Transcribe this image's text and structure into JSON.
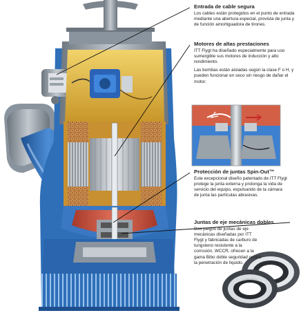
{
  "callouts": {
    "cable_entry": {
      "title": "Entrada de cable segura",
      "text": "Los cables están protegidos en el punto de entrada mediante una abertura especial, provista de junta y de función amortiguadora de tirones."
    },
    "motors": {
      "title": "Motores de altas prestaciones",
      "text1": "ITT Flygt ha diseñado especialmente para uso sumergible sus motores de inducción y alto rendimiento.",
      "text2": "Las bombas están aisladas según la clase F o H, y pueden funcionar en seco sin riesgo de dañar el motor."
    },
    "seal_protection": {
      "title": "Protección de juntas Spin-Out™",
      "text": "Este excepcional diseño patentado de ITT Flygt protege la junta externa y prolonga la vida de servicio del equipo, expulsando de la cámara de junta las partículas abrasivas."
    },
    "mechanical_seals": {
      "title": "Juntas de eje mecánicas dobles",
      "text": "Dos juegos de juntas de eje mecánicas diseñadas por ITT Flygt y fabricadas de carburo de tungsteno resistente a la corrosión, WCCR, ofrecen a la gama Bibo doble seguridad contra la penetración de líquido."
    }
  },
  "colors": {
    "pump_blue": "#2f6fb8",
    "pump_blue_dark": "#1d4f8f",
    "housing_grey": "#8a949e",
    "oil_yellow": "#e0b63a",
    "copper": "#b5793f",
    "stator_grey": "#b9bec4",
    "red_chamber": "#d0553e",
    "leader_line": "#111111"
  }
}
